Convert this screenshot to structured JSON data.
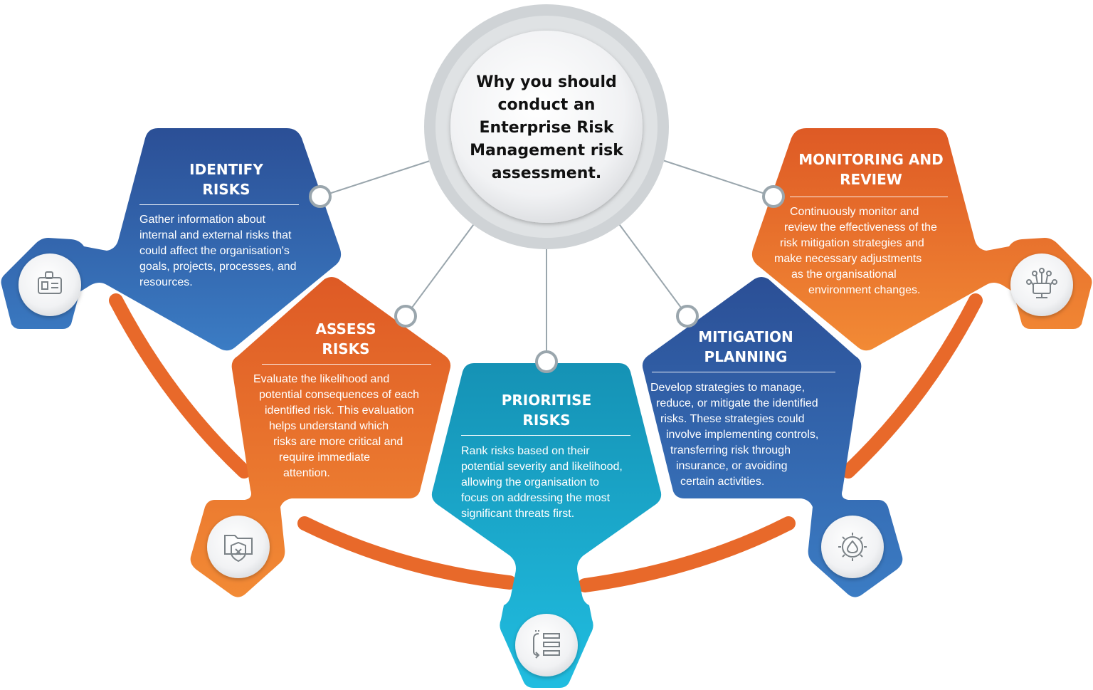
{
  "center": {
    "lines": [
      "Why you should",
      "conduct an",
      "Enterprise Risk",
      "Management risk",
      "assessment."
    ]
  },
  "steps": {
    "identify": {
      "title_lines": [
        "IDENTIFY",
        "RISKS"
      ],
      "desc_lines": [
        "Gather information about",
        "internal and external risks that",
        "could affect the organisation's",
        "goals, projects, processes, and",
        "resources."
      ],
      "icon": "id-card-icon",
      "color": "#2f5fa8"
    },
    "assess": {
      "title_lines": [
        "ASSESS",
        "RISKS"
      ],
      "desc_lines": [
        "Evaluate the likelihood and",
        "potential consequences of each",
        "identified risk. This evaluation",
        "helps understand which",
        "risks are more critical and",
        "require immediate",
        "attention."
      ],
      "icon": "shield-folder-icon",
      "color": "#e8692a"
    },
    "prioritise": {
      "title_lines": [
        "PRIORITISE",
        "RISKS"
      ],
      "desc_lines": [
        "Rank risks based on their",
        "potential severity and likelihood,",
        "allowing the organisation to",
        "focus on addressing the most",
        "significant threats first."
      ],
      "icon": "sort-list-icon",
      "color": "#1ca6c8"
    },
    "mitigation": {
      "title_lines": [
        "MITIGATION",
        "PLANNING"
      ],
      "desc_lines": [
        "Develop strategies to manage,",
        "reduce, or mitigate the identified",
        "risks. These strategies could",
        "involve implementing controls,",
        "transferring risk through",
        "insurance, or avoiding",
        "certain activities."
      ],
      "icon": "gear-drop-icon",
      "color": "#2f5fa8"
    },
    "monitoring": {
      "title_lines": [
        "MONITORING AND",
        "REVIEW"
      ],
      "desc_lines": [
        "Continuously monitor and",
        "review the effectiveness of the",
        "risk mitigation strategies and",
        "make necessary adjustments",
        "as the organisational",
        "environment changes."
      ],
      "icon": "network-monitor-icon",
      "color": "#e8692a"
    }
  }
}
